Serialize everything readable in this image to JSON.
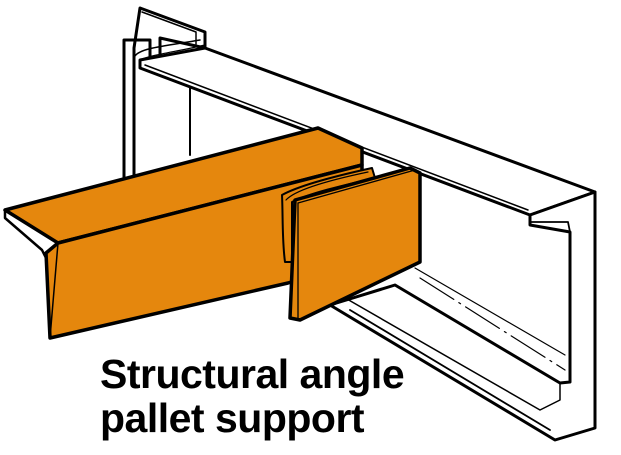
{
  "diagram": {
    "caption": {
      "line1": "Structural angle",
      "line2": "pallet support"
    },
    "colors": {
      "steel_fill": "#ffffff",
      "outline": "#000000",
      "angle_fill": "#e5870d",
      "background": "#ffffff"
    },
    "components": [
      "upright-column",
      "c-channel-beam",
      "structural-angle",
      "welded-bracket-plate"
    ]
  }
}
